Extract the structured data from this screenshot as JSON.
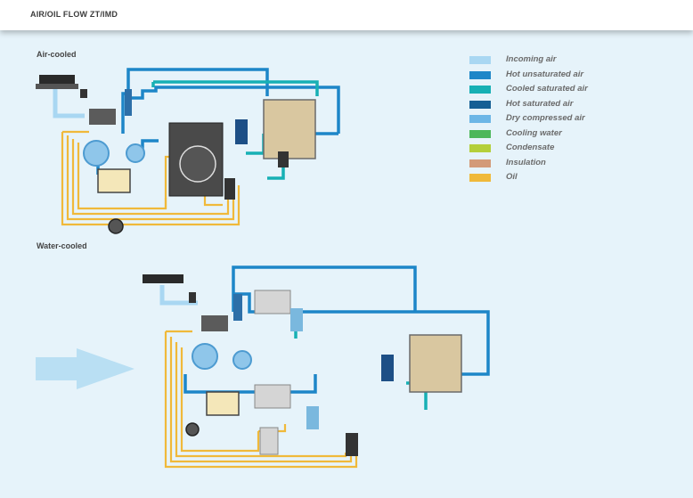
{
  "header": {
    "title": "AIR/OIL FLOW ZT/IMD"
  },
  "sections": {
    "air_cooled": "Air-cooled",
    "water_cooled": "Water-cooled"
  },
  "legend": [
    {
      "label": "Incoming air",
      "color": "#a9d7f2"
    },
    {
      "label": "Hot unsaturated air",
      "color": "#1d86c8"
    },
    {
      "label": "Cooled saturated air",
      "color": "#17b0b4"
    },
    {
      "label": "Hot saturated air",
      "color": "#155f94"
    },
    {
      "label": "Dry compressed air",
      "color": "#6cb6e6"
    },
    {
      "label": "Cooling water",
      "color": "#4cb75a"
    },
    {
      "label": "Condensate",
      "color": "#b4cf3a"
    },
    {
      "label": "Insulation",
      "color": "#d39a78"
    },
    {
      "label": "Oil",
      "color": "#f0b93a"
    }
  ],
  "colors": {
    "oil": "#f0b93a",
    "hot_air": "#1d86c8",
    "cooled_air": "#17b0b4",
    "incoming_air": "#a9d7f2",
    "equipment": "#3a3a3a"
  }
}
